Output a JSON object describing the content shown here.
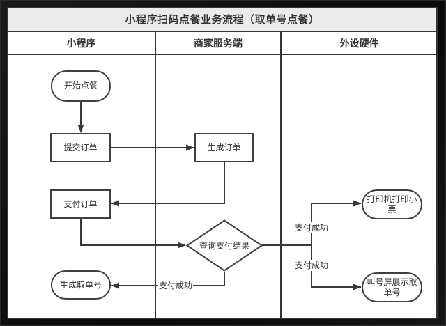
{
  "title": "小程序扫码点餐业务流程（取单号点餐）",
  "lanes": [
    {
      "label": "小程序"
    },
    {
      "label": "商家服务端"
    },
    {
      "label": "外设硬件"
    }
  ],
  "nodes": {
    "start": {
      "label": "开始点餐",
      "type": "terminator",
      "lane": "小程序"
    },
    "submit_order": {
      "label": "提交订单",
      "type": "process",
      "lane": "小程序"
    },
    "create_order": {
      "label": "生成订单",
      "type": "process",
      "lane": "商家服务端"
    },
    "pay_order": {
      "label": "支付订单",
      "type": "process",
      "lane": "小程序"
    },
    "query_payment_result": {
      "label": "查询支付结果",
      "type": "decision",
      "lane": "商家服务端"
    },
    "generate_pickup_number": {
      "label": "生成取单号",
      "type": "terminator",
      "lane": "小程序"
    },
    "printer_print_receipt": {
      "label": "打印机打印小票",
      "type": "terminator",
      "lane": "外设硬件"
    },
    "call_screen_show_pickup_number": {
      "label": "叫号屏展示取单号",
      "type": "terminator",
      "lane": "外设硬件"
    }
  },
  "edges": [
    {
      "from": "start",
      "to": "submit_order",
      "label": ""
    },
    {
      "from": "submit_order",
      "to": "create_order",
      "label": ""
    },
    {
      "from": "create_order",
      "to": "pay_order",
      "label": ""
    },
    {
      "from": "pay_order",
      "to": "query_payment_result",
      "label": ""
    },
    {
      "from": "query_payment_result",
      "to": "generate_pickup_number",
      "label": "支付成功"
    },
    {
      "from": "query_payment_result",
      "to": "printer_print_receipt",
      "label": "支付成功"
    },
    {
      "from": "query_payment_result",
      "to": "call_screen_show_pickup_number",
      "label": "支付成功"
    }
  ],
  "colors": {
    "frame": "#0e0e0e",
    "panel_bg": "#ffffff",
    "title_bg": "#ebebeb",
    "line": "#3a3a3a",
    "text": "#333333"
  }
}
